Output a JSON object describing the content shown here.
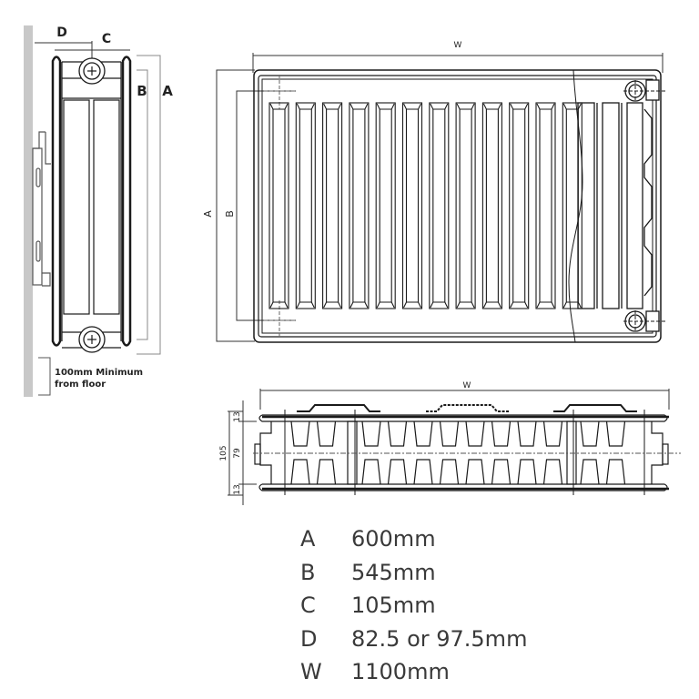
{
  "side_view": {
    "labels": {
      "d": "D",
      "c": "C",
      "b": "B",
      "a": "A"
    },
    "floor_note_line1": "100mm Minimum",
    "floor_note_line2": "from floor"
  },
  "front_view": {
    "width_label": "W",
    "height_label_a": "A",
    "height_label_b": "B",
    "panel_count_front": 12,
    "panel_count_cutaway": 3
  },
  "top_view": {
    "width_label": "W",
    "dim_total": "105",
    "dim_top": "13",
    "dim_middle": "79",
    "dim_bottom": "13"
  },
  "specs": [
    {
      "key": "A",
      "value": "600mm"
    },
    {
      "key": "B",
      "value": "545mm"
    },
    {
      "key": "C",
      "value": "105mm"
    },
    {
      "key": "D",
      "value": "82.5 or 97.5mm"
    },
    {
      "key": "W",
      "value": "1100mm"
    }
  ],
  "colors": {
    "line": "#1a1a1a",
    "wall": "#c8c8c8",
    "dim": "#555555",
    "text": "#3a3a3a"
  }
}
